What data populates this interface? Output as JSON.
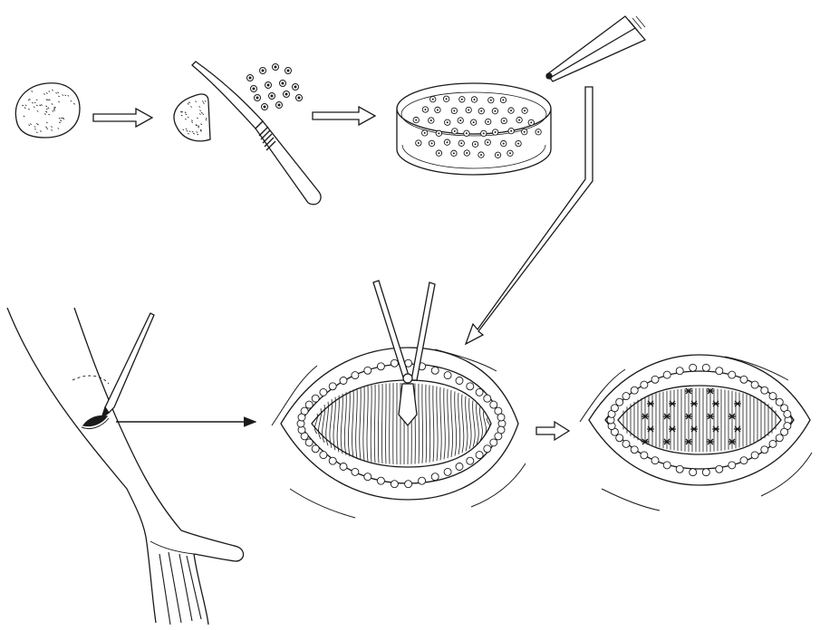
{
  "figure": {
    "description_text": "",
    "colors": {
      "ink": "#1a1a1a",
      "paper": "#ffffff"
    },
    "steps": [
      {
        "id": "tissue",
        "icon": "tissue-lump-icon"
      },
      {
        "id": "cut",
        "icon": "tissue-piece-and-scalpel-icon"
      },
      {
        "id": "dish",
        "icon": "petri-dish-with-grafts-icon"
      },
      {
        "id": "forceps",
        "icon": "forceps-icon"
      },
      {
        "id": "arm",
        "icon": "arm-donor-site-icon"
      },
      {
        "id": "wound",
        "icon": "open-wound-with-clamp-icon"
      },
      {
        "id": "grafted",
        "icon": "wound-with-grafts-icon"
      }
    ]
  }
}
